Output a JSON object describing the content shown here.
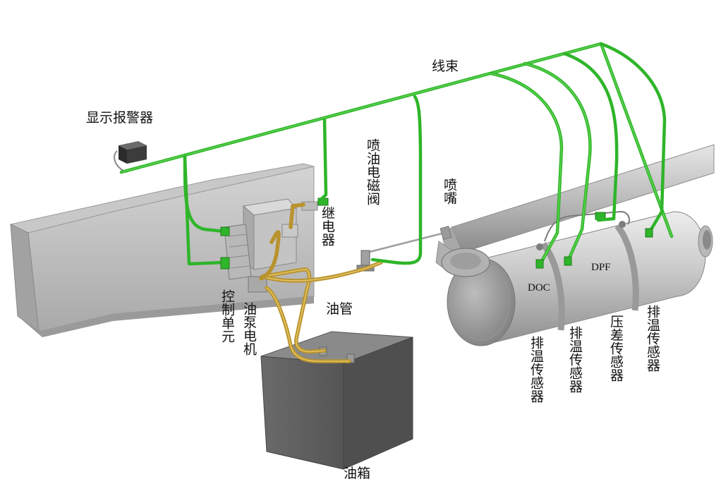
{
  "labels": {
    "display_alarm": "显示报警器",
    "harness": "线束",
    "injector_valve": "喷油电磁阀",
    "nozzle": "喷嘴",
    "relay": "继电器",
    "control_unit": "控制单元",
    "pump_motor": "油泵电机",
    "oil_pipe": "油管",
    "oil_tank": "油箱",
    "doc": "DOC",
    "dpf": "DPF",
    "temp_sensor_1": "排温传感器",
    "temp_sensor_2": "排温传感器",
    "diff_pressure_sensor": "压差传感器",
    "temp_sensor_3": "排温传感器"
  },
  "colors": {
    "harness": "#2fb52a",
    "oil_pipe": "#b8932e",
    "metal_light": "#d6d6d6",
    "metal_dark": "#8c8c8c"
  }
}
